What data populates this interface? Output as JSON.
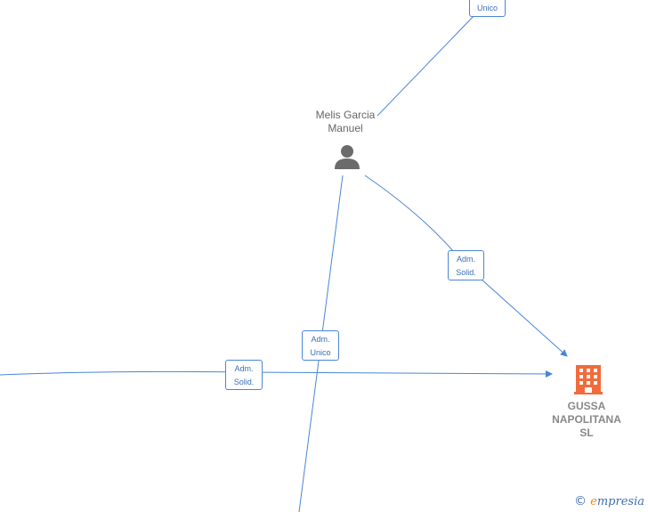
{
  "nodes": {
    "person": {
      "name_line1": "Melis Garcia",
      "name_line2": "Manuel",
      "icon": "person-icon"
    },
    "company": {
      "name_line1": "GUSSA",
      "name_line2": "NAPOLITANA",
      "name_line3": "SL",
      "icon": "building-icon"
    }
  },
  "edges": {
    "top_right": {
      "line1": "Unico"
    },
    "person_company": {
      "line1": "Adm.",
      "line2": "Solid."
    },
    "person_down": {
      "line1": "Adm.",
      "line2": "Unico"
    },
    "left_company": {
      "line1": "Adm.",
      "line2": "Solid."
    }
  },
  "colors": {
    "edge": "#4a86d4",
    "company": "#f26b3a",
    "person": "#6b6b6b"
  },
  "watermark": {
    "copyright": "©",
    "brand_initial": "e",
    "brand_rest": "mpresia"
  }
}
